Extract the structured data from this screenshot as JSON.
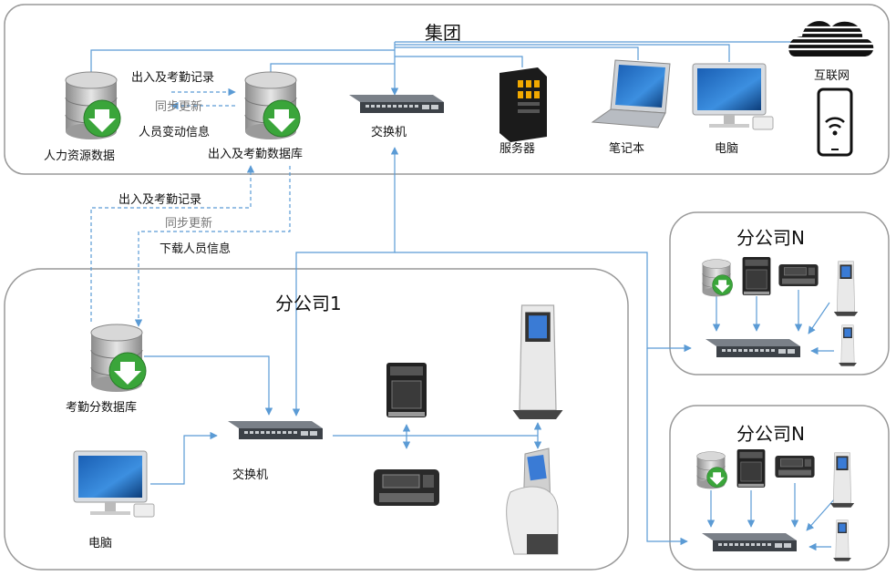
{
  "group": {
    "title": "集团",
    "hr_db": "人力资源数据",
    "attendance_db": "出入及考勤数据库",
    "switch": "交换机",
    "server": "服务器",
    "laptop": "笔记本",
    "desktop": "电脑",
    "internet": "互联网",
    "arrow_record": "出入及考勤记录",
    "arrow_sync": "同步更新",
    "arrow_staff_change": "人员变动信息"
  },
  "links": {
    "record": "出入及考勤记录",
    "sync": "同步更新",
    "download_staff": "下载人员信息"
  },
  "branch1": {
    "title": "分公司1",
    "sub_db": "考勤分数据库",
    "switch": "交换机",
    "desktop": "电脑"
  },
  "branchN": [
    {
      "title": "分公司N"
    },
    {
      "title": "分公司N"
    }
  ],
  "colors": {
    "line": "#5b9bd5",
    "border": "#999999",
    "db_green": "#3aa53a"
  }
}
